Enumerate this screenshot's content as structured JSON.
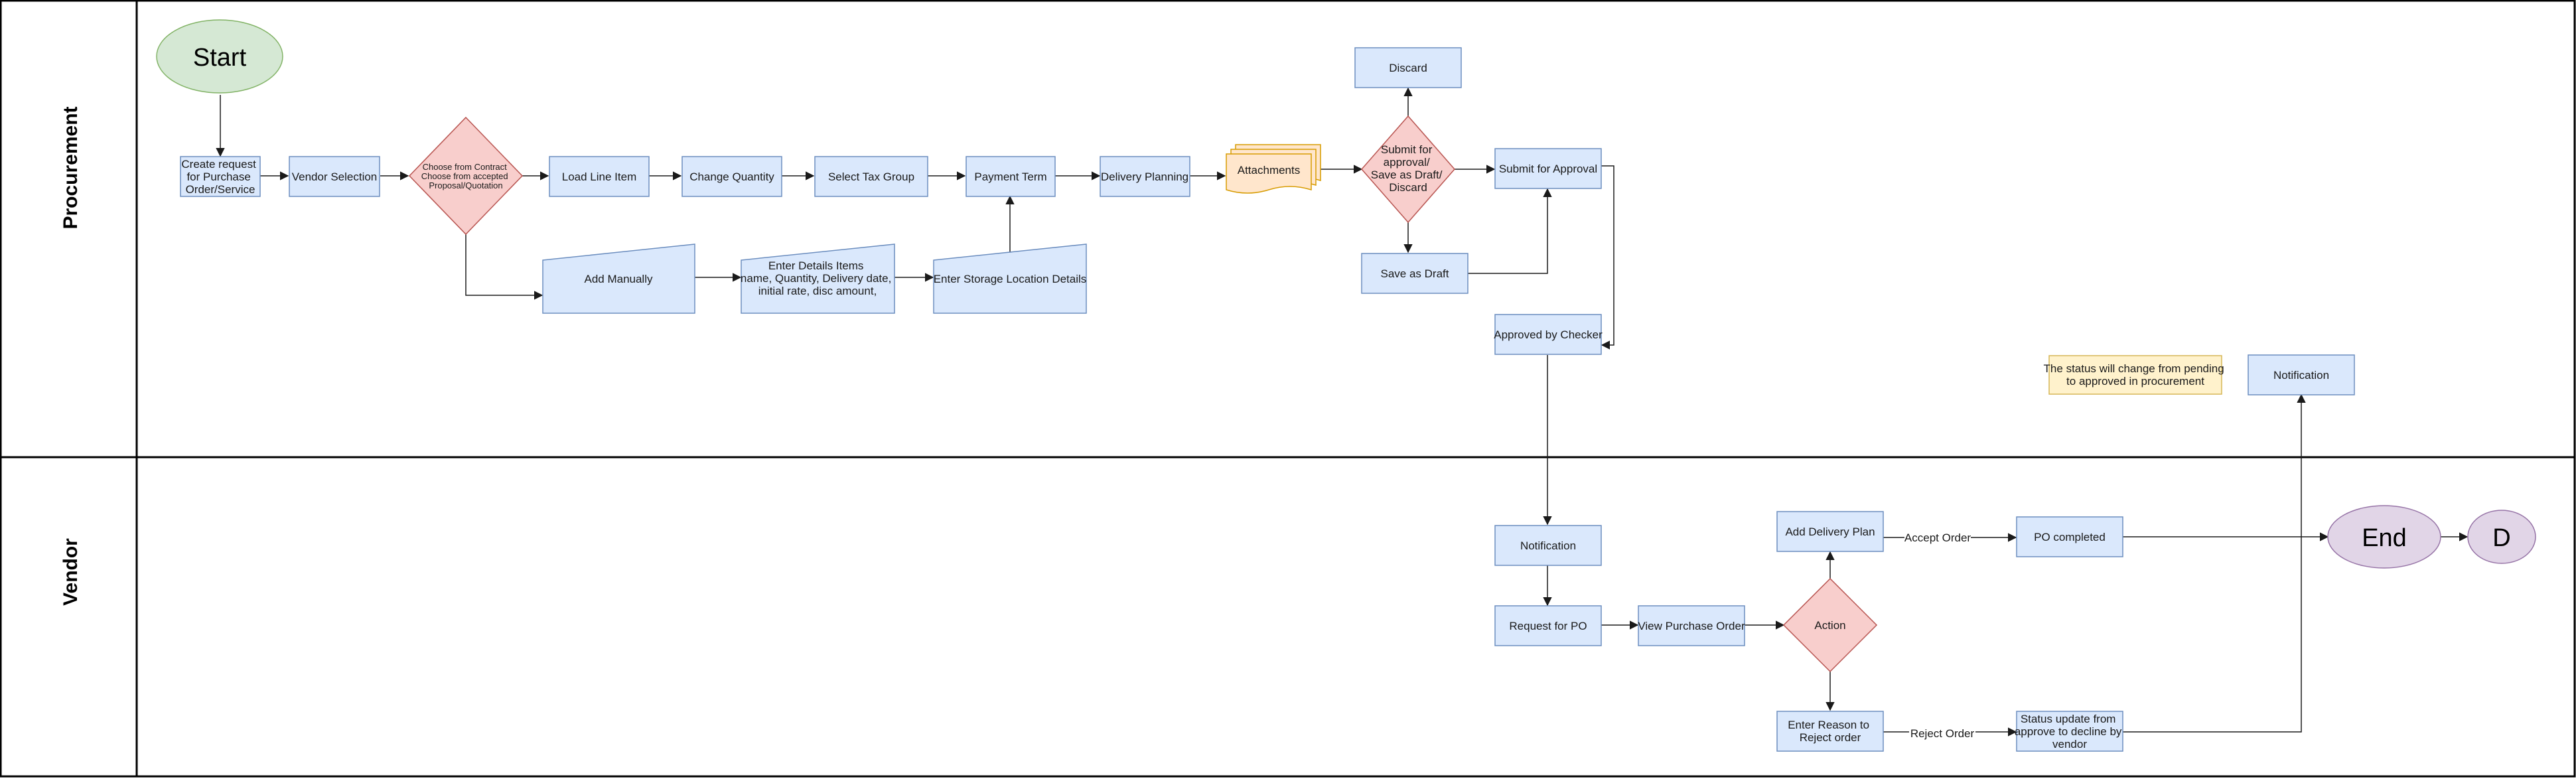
{
  "lanes": {
    "procurement": "Procurement",
    "vendor": "Vendor"
  },
  "nodes": {
    "start": "Start",
    "create_request": [
      "Create request",
      "for Purchase",
      "Order/Service"
    ],
    "vendor_selection": "Vendor Selection",
    "choose_contract": [
      "Choose from Contract",
      "Choose from accepted",
      "Proposal/Quotation"
    ],
    "load_line_item": "Load Line Item",
    "change_quantity": "Change Quantity",
    "select_tax_group": "Select Tax Group",
    "payment_term": "Payment Term",
    "delivery_planning": "Delivery Planning",
    "attachments": "Attachments",
    "submit_decision": [
      "Submit for",
      "approval/",
      "Save as Draft/",
      "Discard"
    ],
    "discard": "Discard",
    "submit_for_approval": "Submit for Approval",
    "save_as_draft": "Save as Draft",
    "add_manually": "Add Manually",
    "enter_details": [
      "Enter Details Items",
      "name, Quantity, Delivery date,",
      "initial rate, disc amount,"
    ],
    "enter_storage": "Enter Storage Location Details",
    "approved_by_checker": "Approved by Checker",
    "status_note": [
      "The status will change from pending",
      "to approved in procurement"
    ],
    "notification_top": "Notification",
    "notification_vendor": "Notification",
    "request_for_po": "Request for PO",
    "view_purchase_order": "View Purchase Order",
    "action": "Action",
    "add_delivery_plan": "Add Delivery Plan",
    "po_completed": "PO completed",
    "enter_reason": [
      "Enter Reason to",
      "Reject order"
    ],
    "status_update": [
      "Status update from",
      "approve to decline by",
      "vendor"
    ],
    "end": "End",
    "d": "D"
  },
  "edge_labels": {
    "accept_order": "Accept Order",
    "reject_order": "Reject Order"
  },
  "colors": {
    "process_fill": "#dae8fc",
    "process_stroke": "#6c8ebf",
    "decision_fill": "#f8cecc",
    "decision_stroke": "#b85450",
    "start_fill": "#d5e8d4",
    "start_stroke": "#82b366",
    "end_fill": "#e1d5e7",
    "end_stroke": "#9673a6",
    "note_fill": "#fff2cc",
    "note_stroke": "#d6b656",
    "attachment_fill": "#ffe6cc",
    "attachment_stroke": "#d79b00"
  }
}
